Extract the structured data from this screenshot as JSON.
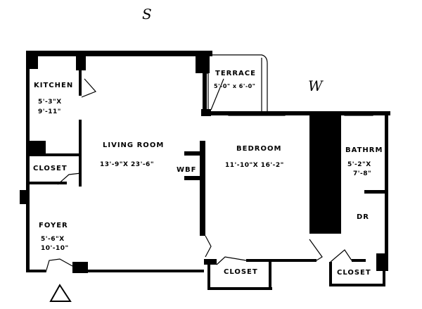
{
  "compass": {
    "south": "S",
    "west": "W"
  },
  "rooms": {
    "kitchen": {
      "name": "KITCHEN",
      "dim1": "5'-3\"X",
      "dim2": "9'-11\""
    },
    "living": {
      "name": "LIVING ROOM",
      "dim": "13'-9\"X 23'-6\""
    },
    "wbf": "WBF",
    "closet1": "CLOSET",
    "foyer": {
      "name": "FOYER",
      "dim1": "5'-6\"X",
      "dim2": "10'-10\""
    },
    "terrace": {
      "name": "TERRACE",
      "dim": "5'-0\" x 6'-0\""
    },
    "bedroom": {
      "name": "BEDROOM",
      "dim": "11'-10\"X 16'-2\""
    },
    "bathroom": {
      "name": "BATHRM",
      "dim1": "5'-2\"X",
      "dim2": "7'-8\""
    },
    "dr": "DR",
    "closet2": "CLOSET",
    "closet3": "CLOSET"
  }
}
